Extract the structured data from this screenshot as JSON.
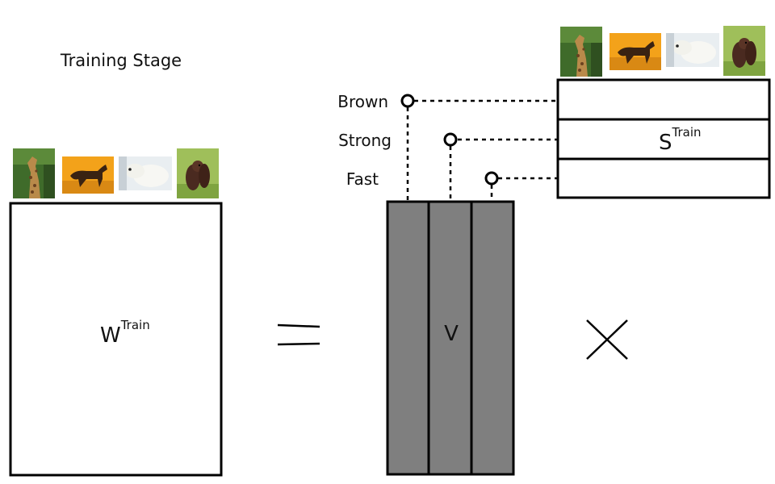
{
  "title": "Training Stage",
  "matrices": {
    "w": {
      "base": "W",
      "sup": "Train"
    },
    "v": {
      "base": "V"
    },
    "s": {
      "base": "S",
      "sup": "Train"
    }
  },
  "operators": {
    "equals": "=",
    "times": "×"
  },
  "attributes": [
    "Brown",
    "Strong",
    "Fast"
  ],
  "animals": [
    "giraffe",
    "horse",
    "polar-bear",
    "squirrel"
  ],
  "colors": {
    "stroke": "#000000",
    "v_fill": "#7f7f7f",
    "background": "#ffffff"
  }
}
